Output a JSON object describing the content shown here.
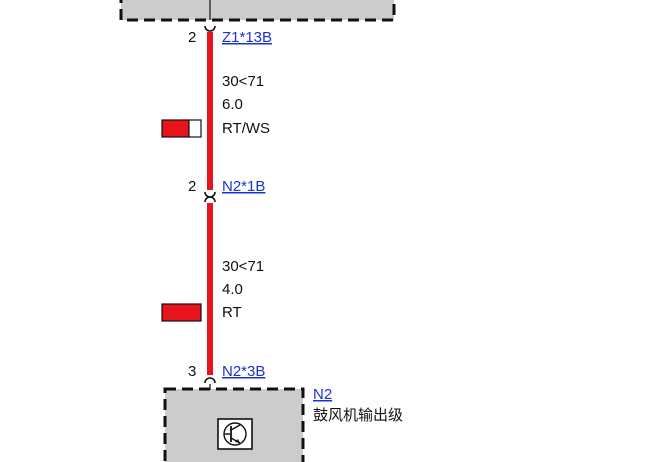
{
  "colors": {
    "wire": "#e8141c",
    "box_fill": "#cccccc",
    "link": "#1a33cc",
    "text": "#111111"
  },
  "connectors": [
    {
      "pin": "2",
      "label": "Z1*13B"
    },
    {
      "pin": "2",
      "label": "N2*1B"
    },
    {
      "pin": "3",
      "label": "N2*3B"
    }
  ],
  "wires": [
    {
      "circuit": "30<71",
      "size": "6.0",
      "color_code": "RT/WS",
      "swatch": [
        "red",
        "white"
      ]
    },
    {
      "circuit": "30<71",
      "size": "4.0",
      "color_code": "RT",
      "swatch": [
        "red"
      ]
    }
  ],
  "component": {
    "id": "N2",
    "name": "鼓风机输出级",
    "symbol_icon": "transistor-icon"
  }
}
